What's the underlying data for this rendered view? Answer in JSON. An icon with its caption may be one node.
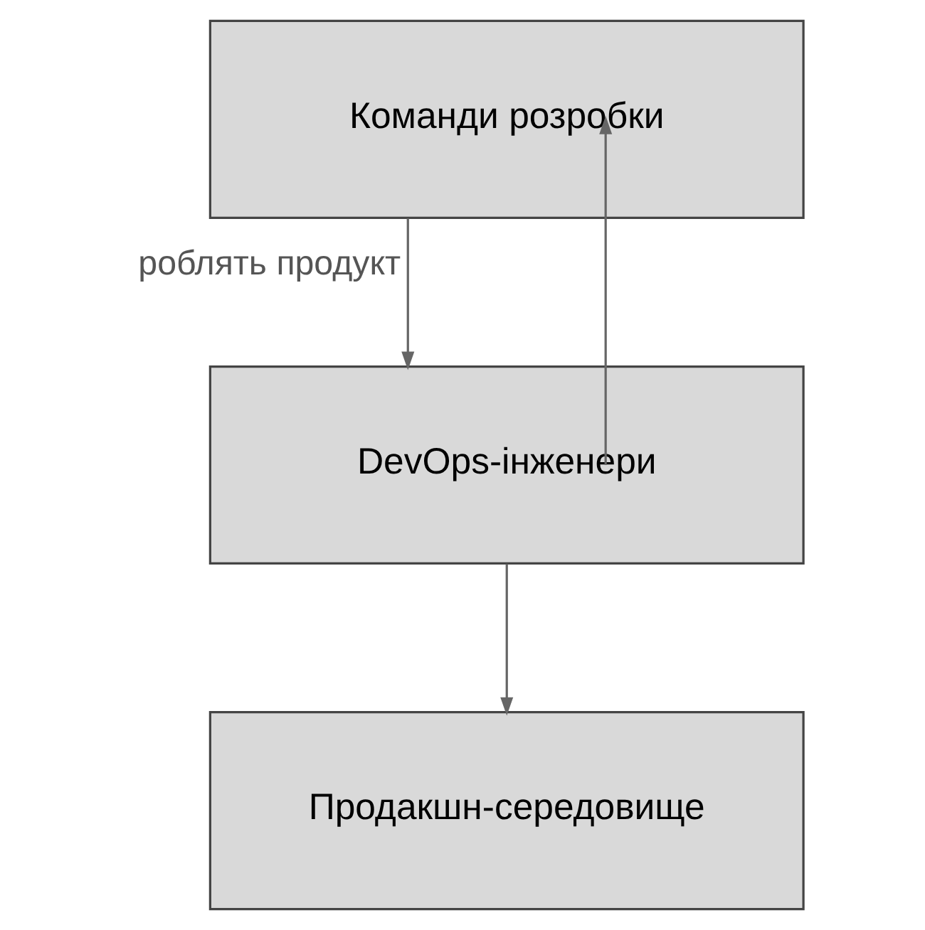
{
  "diagram": {
    "nodes": [
      {
        "text": [
          "Команди розробки"
        ]
      },
      {
        "text": [
          "DevOps-інженери"
        ]
      },
      {
        "text": [
          "Продакшн-середовище"
        ]
      }
    ],
    "edges": [
      {
        "from": 0,
        "to": 1,
        "arrow": "to",
        "label": "роблять продукт"
      },
      {
        "from": 1,
        "to": 2,
        "arrow": "to"
      },
      {
        "from": 1,
        "to": 0,
        "arrow": "to"
      }
    ]
  }
}
